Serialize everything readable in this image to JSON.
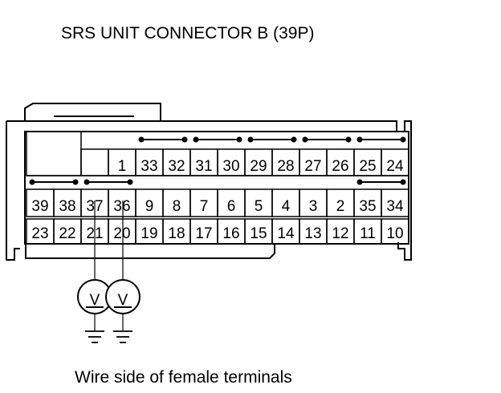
{
  "title": "SRS UNIT CONNECTOR B (39P)",
  "caption": "Wire side of female terminals",
  "connector": {
    "row1": [
      "",
      "1",
      "33",
      "32",
      "31",
      "30",
      "29",
      "28",
      "27",
      "26",
      "25",
      "24"
    ],
    "row2": [
      "39",
      "38",
      "37",
      "36",
      "9",
      "8",
      "7",
      "6",
      "5",
      "4",
      "3",
      "2",
      "35",
      "34"
    ],
    "row3": [
      "23",
      "22",
      "21",
      "20",
      "19",
      "18",
      "17",
      "16",
      "15",
      "14",
      "13",
      "12",
      "11",
      "10"
    ],
    "shorting_bars_row1": [
      [
        "33",
        "32"
      ],
      [
        "31",
        "30"
      ],
      [
        "29",
        "28"
      ],
      [
        "27",
        "26"
      ],
      [
        "25",
        "24"
      ]
    ],
    "shorting_bars_row2": [
      [
        "39",
        "38"
      ],
      [
        "37",
        "36"
      ],
      [
        "35",
        "34"
      ]
    ]
  },
  "voltmeters": [
    {
      "terminal": "37",
      "symbol": "V"
    },
    {
      "terminal": "36",
      "symbol": "V"
    }
  ],
  "ground_symbols": 2
}
